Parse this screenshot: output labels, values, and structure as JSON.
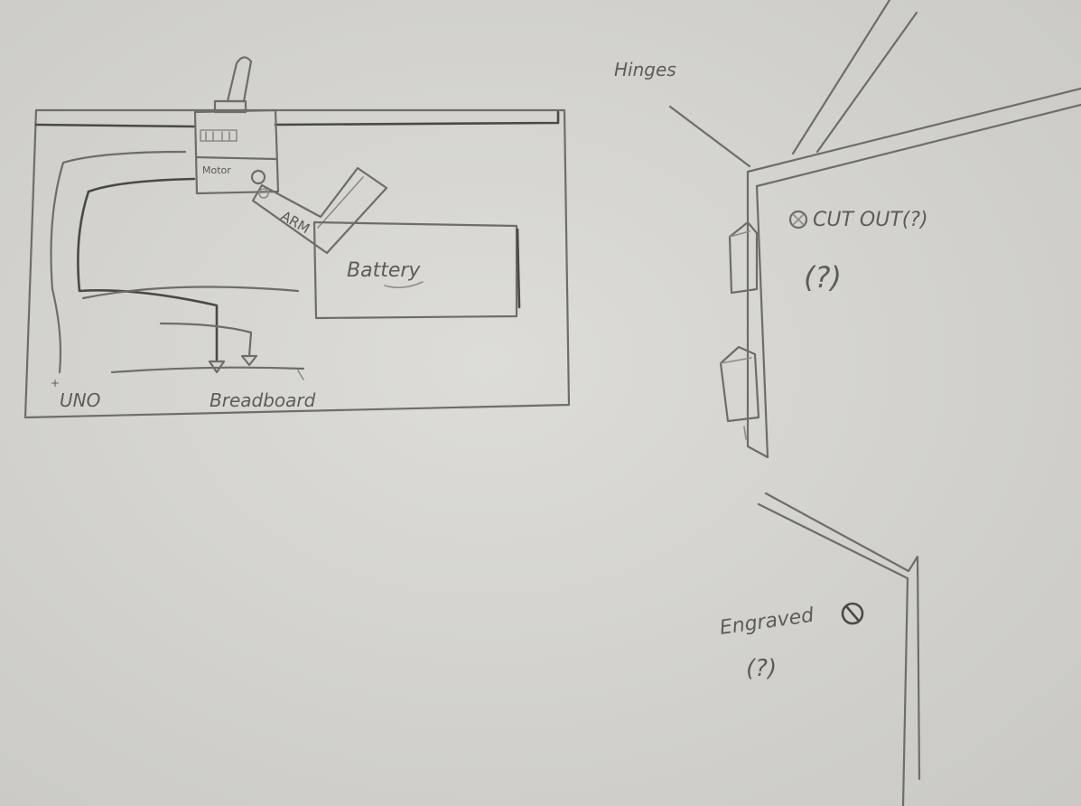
{
  "diagram": {
    "paper_color": "#d7d6d2",
    "pencil_color": "#5a5956",
    "labels": {
      "motor": "Motor",
      "arm": "ARM",
      "battery": "Battery",
      "uno": "UNO",
      "breadboard": "Breadboard",
      "hinges": "Hinges",
      "cut_out": "CUT OUT(?)",
      "cut_out_question": "(?)",
      "engraved": "Engraved",
      "engraved_question": "(?)"
    }
  }
}
